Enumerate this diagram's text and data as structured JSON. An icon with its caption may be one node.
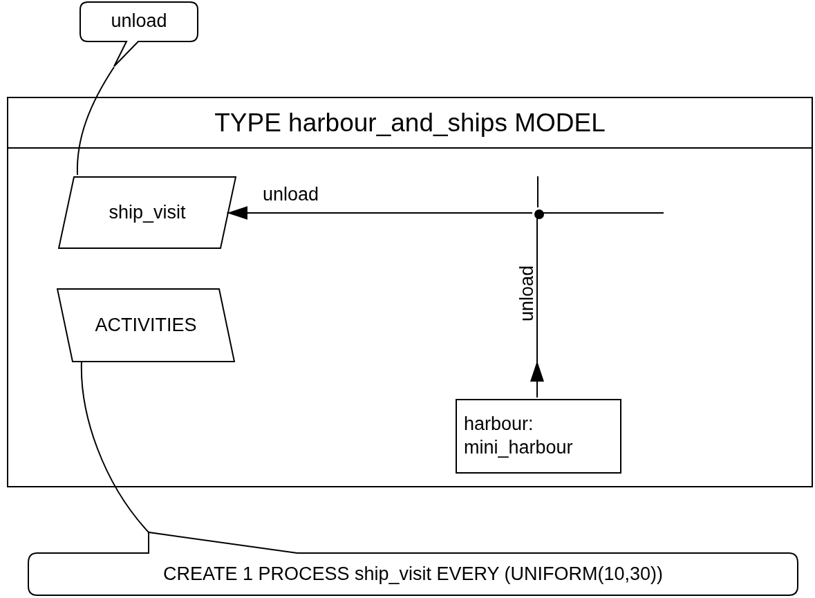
{
  "diagram": {
    "nodes": [
      {
        "text": [
          "TYPE harbour_and_ships MODEL"
        ]
      },
      {
        "text": [
          "ship_visit"
        ],
        "in": 0
      },
      {
        "text": [
          "ACTIVITIES"
        ],
        "in": 0
      },
      {
        "text": [
          "harbour: mini_harbour"
        ],
        "in": 0
      },
      {
        "text": [],
        "shape": "circle",
        "in": 0
      },
      {
        "text": [
          "unload"
        ]
      },
      {
        "text": [
          "CREATE 1 PROCESS ship_visit EVERY (UNIFORM(10,30))"
        ]
      }
    ],
    "edges": [
      {
        "from": 4,
        "to": 1,
        "arrow": "to",
        "label": "unload"
      },
      {
        "from": 3,
        "to": 4,
        "arrow": "to",
        "label": "unload"
      },
      {
        "from": 4,
        "to": null,
        "arrow": "none"
      },
      {
        "from": 4,
        "to": null,
        "arrow": "none"
      },
      {
        "from": 5,
        "to": 1,
        "arrow": "none"
      },
      {
        "from": 6,
        "to": 2,
        "arrow": "none"
      }
    ]
  }
}
